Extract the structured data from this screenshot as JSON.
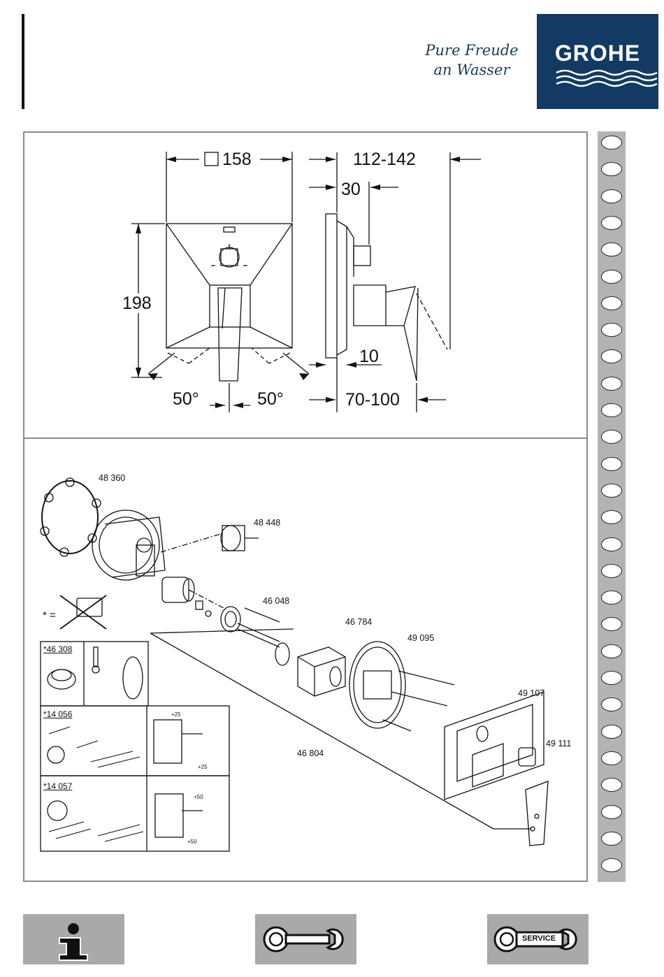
{
  "header": {
    "slogan_line1": "Pure Freude",
    "slogan_line2": "an Wasser",
    "brand": "GROHE"
  },
  "dimensions": {
    "width": "158",
    "height": "198",
    "depth_range": "112-142",
    "spindle": "30",
    "plate": "10",
    "install_range": "70-100",
    "angle_left": "50°",
    "angle_right": "50°"
  },
  "parts": {
    "p48360": "48 360",
    "p48448": "48 448",
    "p46048": "46 048",
    "p46784": "46 784",
    "p49095": "49 095",
    "p49107": "49 107",
    "p49111": "49 111",
    "p46804": "46 804"
  },
  "not_included_marker": "* =",
  "accessories": {
    "a46308": "*46 308",
    "a14056": "*14 056",
    "a14057": "*14 057",
    "ext25_top": "+25",
    "ext25_bottom": "+25",
    "ext50_top": "+50",
    "ext50_bottom": "+50"
  },
  "side_tabs_count": 28,
  "footer": {
    "info_icon": "info-icon",
    "tool_icon": "wrench-icon",
    "service_label": "SERVICE"
  }
}
